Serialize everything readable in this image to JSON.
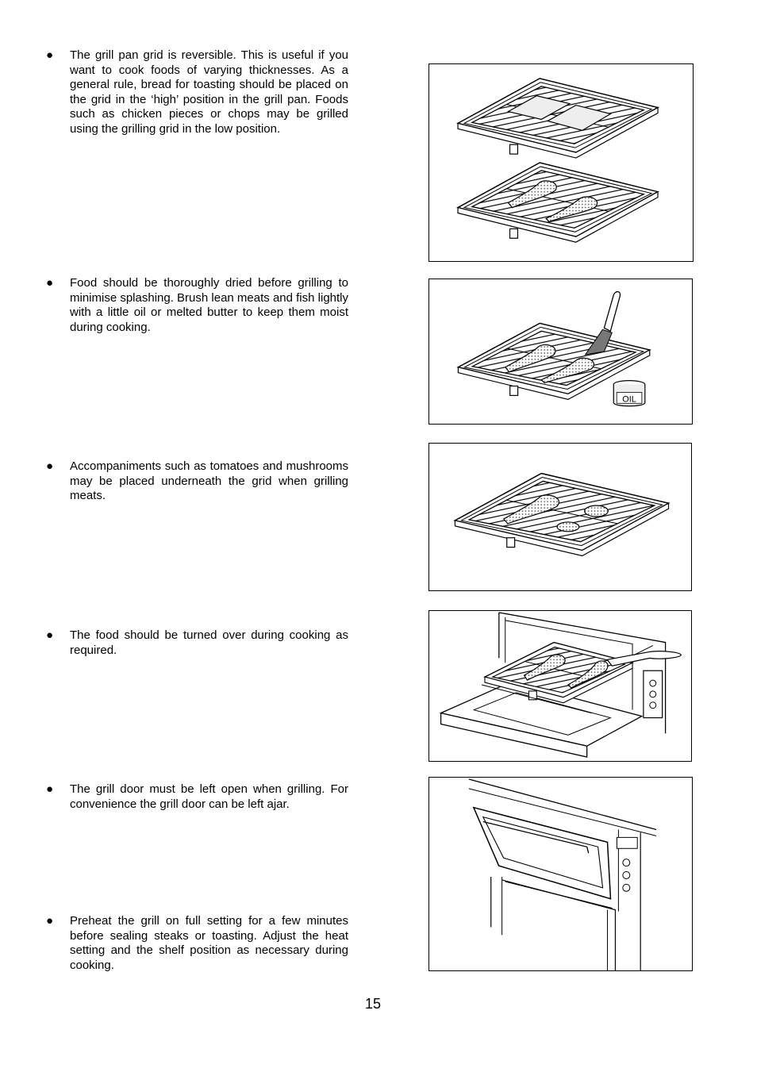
{
  "bullet_glyph": "●",
  "paragraphs": [
    "The grill pan grid is reversible.  This is useful if you want to cook foods of varying thicknesses. As a general rule, bread for toasting should be placed on the grid in the ‘high’ position in the grill pan.  Foods such as chicken pieces or chops may be grilled using the grilling grid in the low position.",
    "Food should be thoroughly dried before grilling to minimise splashing.  Brush lean meats and fish lightly with a little oil or melted butter to keep them moist during cooking.",
    "Accompaniments such as tomatoes and mushrooms may be placed underneath the grid when grilling meats.",
    "The food should be turned over during cooking as required.",
    "The grill door must be left open when grilling. For convenience the grill door can be left ajar.",
    "Preheat the grill on full setting for a few minutes before sealing steaks or toasting.  Adjust the heat setting and the shelf position as necessary during cooking."
  ],
  "figures": {
    "oil_label": "OIL"
  },
  "page_number": "15"
}
